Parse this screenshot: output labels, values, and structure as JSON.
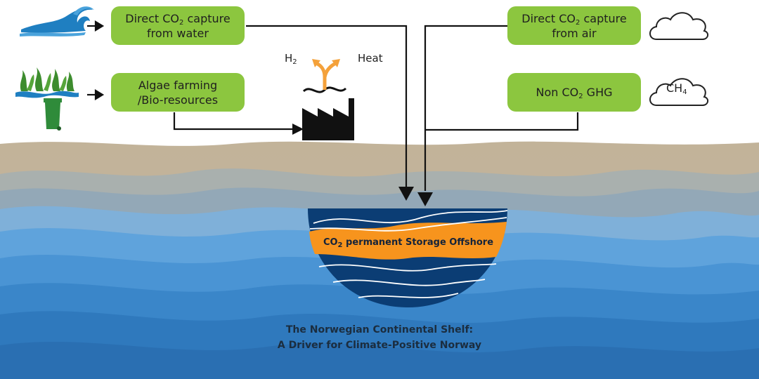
{
  "boxes": {
    "water": {
      "line1_pre": "Direct CO",
      "line1_sub": "2",
      "line1_post": " capture",
      "line2": "from water"
    },
    "air": {
      "line1_pre": "Direct CO",
      "line1_sub": "2",
      "line1_post": " capture",
      "line2": "from air"
    },
    "algae": {
      "line1": "Algae farming",
      "line2": "/Bio-resources"
    },
    "ghg": {
      "pre": "Non CO",
      "sub": "2",
      "post": " GHG"
    }
  },
  "factory": {
    "h2_main": "H",
    "h2_sub": "2",
    "heat": "Heat"
  },
  "cloud_gas": {
    "main": "CH",
    "sub": "4"
  },
  "storage": {
    "pre": "CO",
    "sub": "2",
    "post": " permanent Storage Offshore"
  },
  "title": {
    "line1": "The Norwegian Continental Shelf:",
    "line2": "A Driver for Climate-Positive Norway"
  },
  "colors": {
    "box_green": "#8cc63f",
    "storage_orange": "#f7941d",
    "storage_navy": "#0b3d74",
    "sand": "#c4b49a",
    "sea_blue": "#2f7fc6"
  },
  "icons": [
    "wave-icon",
    "algae-bin-icon",
    "factory-icon",
    "cloud-icon",
    "cloud-ch4-icon"
  ]
}
